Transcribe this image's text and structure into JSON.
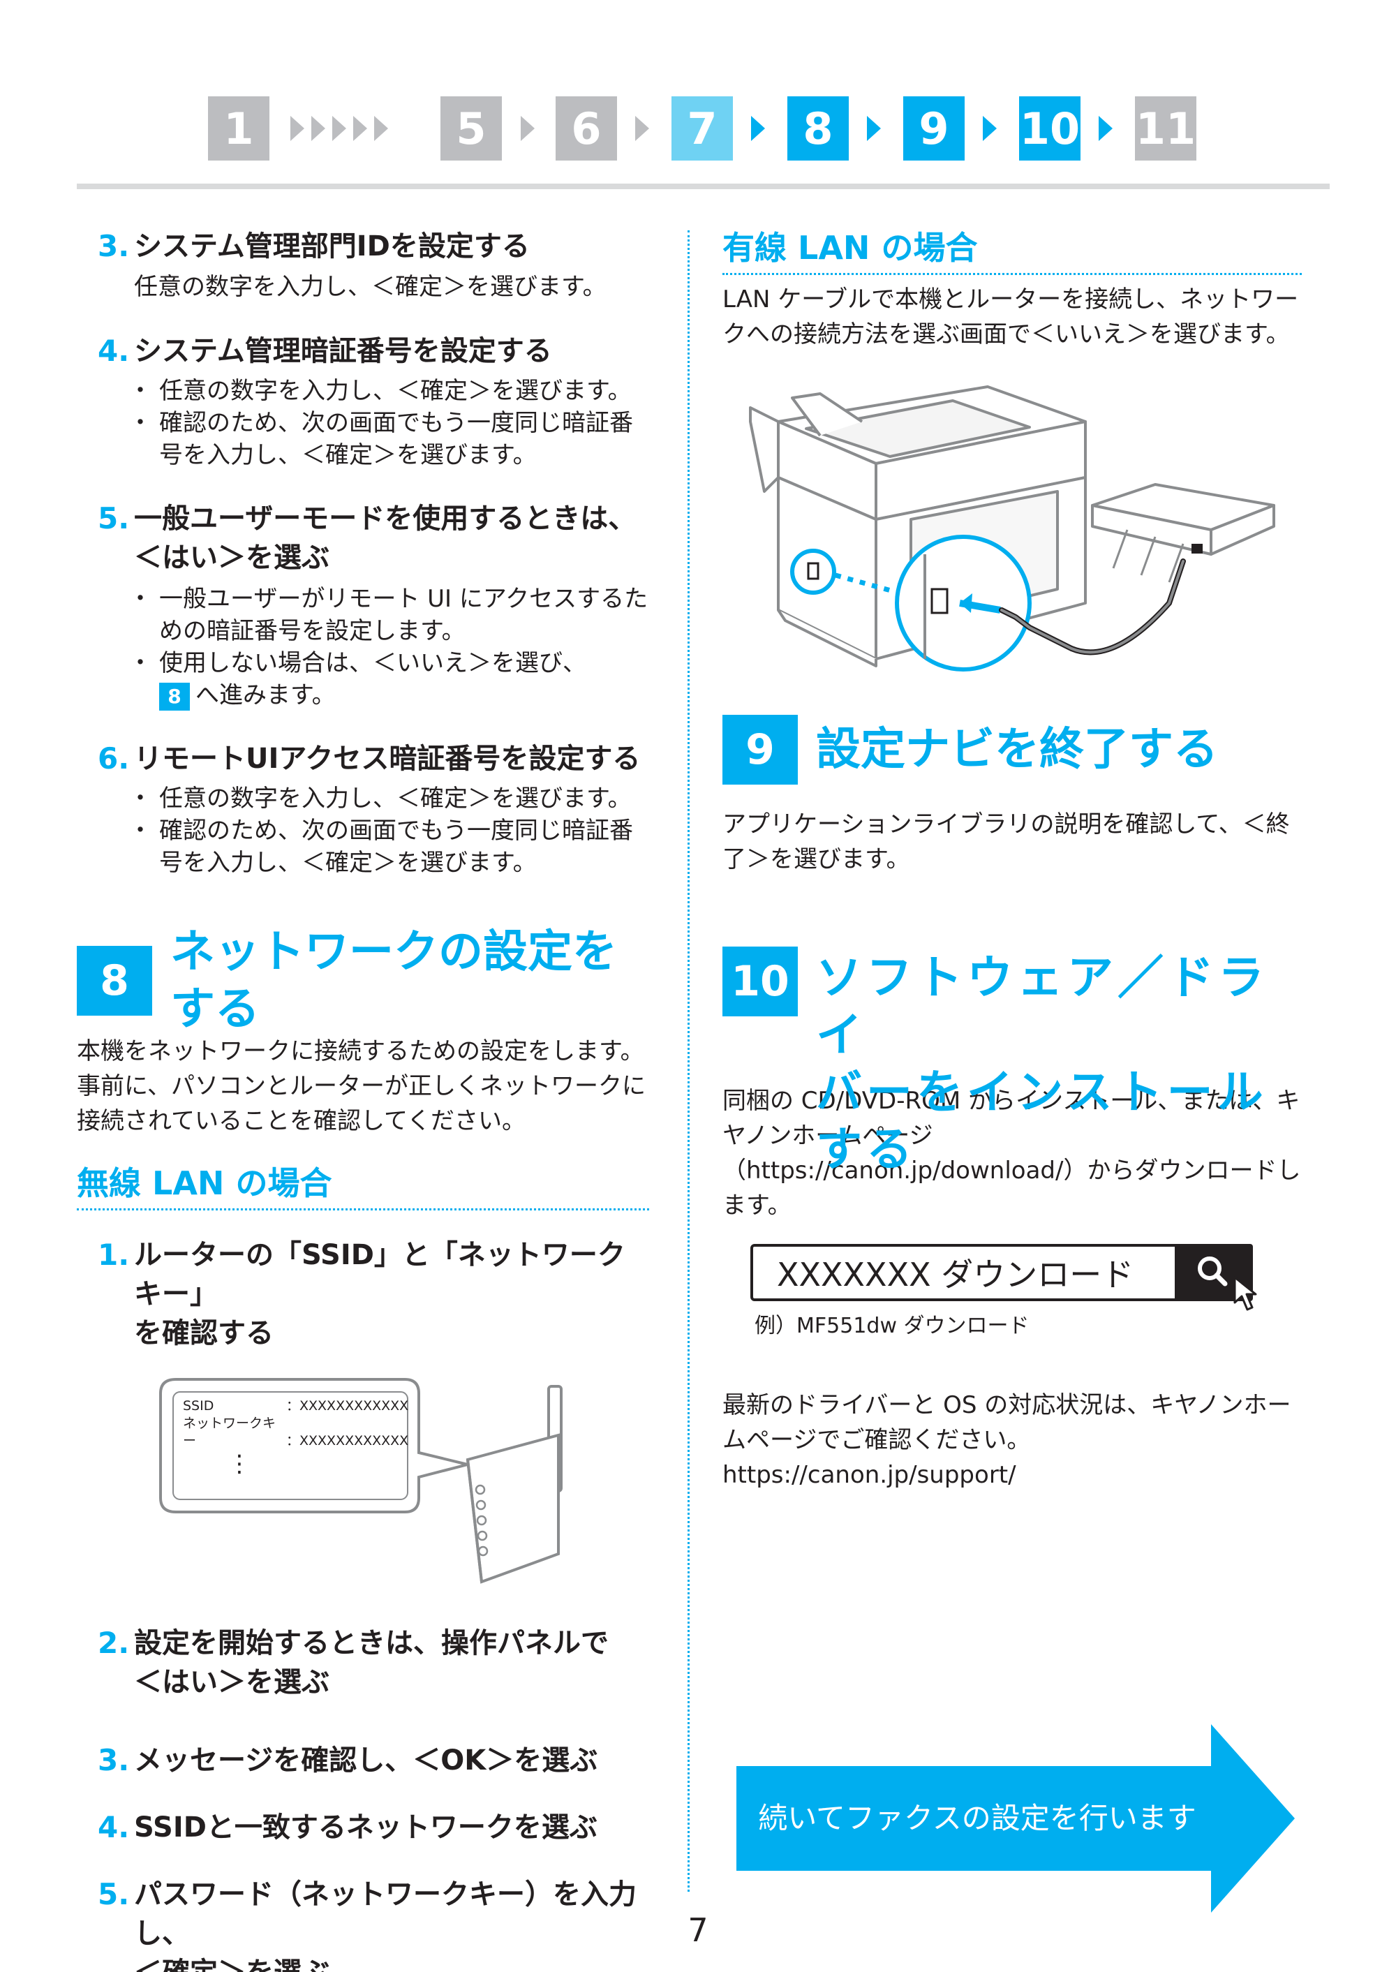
{
  "progress": {
    "steps": [
      "1",
      "5",
      "6",
      "7",
      "8",
      "9",
      "10",
      "11"
    ]
  },
  "colors": {
    "accent": "#00aeef",
    "accent_light": "#6fd2f3",
    "gray": "#bcbdc0",
    "text": "#231f20"
  },
  "left": {
    "s3": {
      "num": "3.",
      "title": "システム管理部門IDを設定する",
      "body": "任意の数字を入力し、＜確定＞を選びます。"
    },
    "s4": {
      "num": "4.",
      "title": "システム管理暗証番号を設定する",
      "bullets": [
        "任意の数字を入力し、＜確定＞を選びます。",
        "確認のため、次の画面でもう一度同じ暗証番号を入力し、＜確定＞を選びます。"
      ]
    },
    "s5": {
      "num": "5.",
      "title_line1": "一般ユーザーモードを使用するときは、",
      "title_line2": "＜はい＞を選ぶ",
      "bullet1": "一般ユーザーがリモート UI にアクセスするための暗証番号を設定します。",
      "bullet2": "使用しない場合は、＜いいえ＞を選び、",
      "chip": "8",
      "bullet2_tail": "へ進みます。"
    },
    "s6": {
      "num": "6.",
      "title": "リモートUIアクセス暗証番号を設定する",
      "bullets": [
        "任意の数字を入力し、＜確定＞を選びます。",
        "確認のため、次の画面でもう一度同じ暗証番号を入力し、＜確定＞を選びます。"
      ]
    },
    "sec8": {
      "num": "8",
      "title": "ネットワークの設定をする",
      "intro": "本機をネットワークに接続するための設定をします。事前に、パソコンとルーターが正しくネットワークに接続されていることを確認してください。"
    },
    "wireless": {
      "title": "無線 LAN の場合",
      "st1": {
        "num": "1.",
        "title_line1": "ルーターの「SSID」と「ネットワークキー」",
        "title_line2": "を確認する"
      },
      "label": {
        "ssid": "SSID",
        "ssid_value": "：XXXXXXXXXXXX",
        "key": "ネットワークキー",
        "key_value": "：XXXXXXXXXXXX",
        "more": "⋮"
      },
      "st2": {
        "num": "2.",
        "title_line1": "設定を開始するときは、操作パネルで",
        "title_line2": "＜はい＞を選ぶ"
      },
      "st3": {
        "num": "3.",
        "title": "メッセージを確認し、＜OK＞を選ぶ"
      },
      "st4": {
        "num": "4.",
        "title": "SSIDと一致するネットワークを選ぶ"
      },
      "st5": {
        "num": "5.",
        "title_line1": "パスワード（ネットワークキー）を入力し、",
        "title_line2": "＜確定＞を選ぶ"
      }
    }
  },
  "right": {
    "wired": {
      "title": "有線 LAN の場合",
      "body": "LAN ケーブルで本機とルーターを接続し、ネットワークへの接続方法を選ぶ画面で＜いいえ＞を選びます。"
    },
    "sec9": {
      "num": "9",
      "title": "設定ナビを終了する",
      "body": "アプリケーションライブラリの説明を確認して、＜終了＞を選びます。"
    },
    "sec10": {
      "num": "10",
      "title_line1": "ソフトウェア／ドライ",
      "title_line2": "バーをインストールする",
      "body1": "同梱の CD/DVD-ROM からインストール、または、キヤノンホームページ",
      "body2": "（https://canon.jp/download/）からダウンロードします。",
      "search_text": "XXXXXXX ダウンロード",
      "example": "例）MF551dw ダウンロード",
      "body3": "最新のドライバーと OS の対応状況は、キヤノンホームページでご確認ください。",
      "url": "https://canon.jp/support/"
    },
    "next": "続いてファクスの設定を行います"
  },
  "page_number": "7"
}
